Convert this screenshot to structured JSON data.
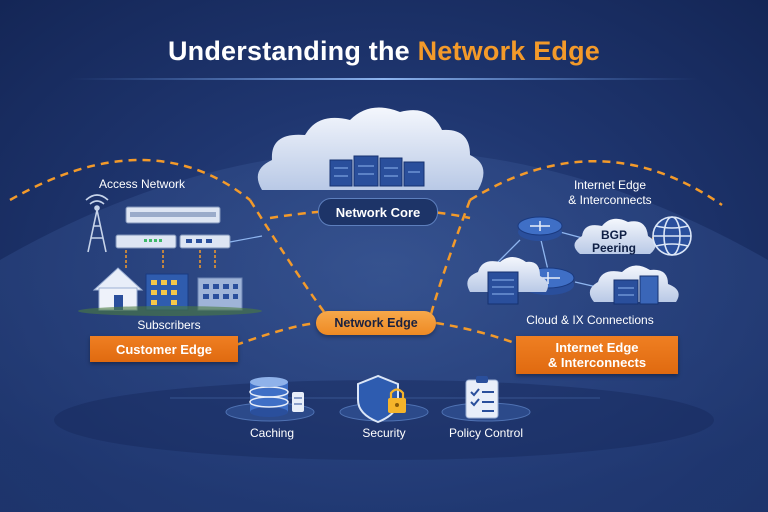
{
  "title": {
    "prefix": "Understanding the",
    "accent": "Network Edge"
  },
  "colors": {
    "background": "#1f3670",
    "accent": "#f39a2a",
    "pill": "#e9771a",
    "cloud": "#dfe9f8",
    "device": "#2a4f9c"
  },
  "left": {
    "access_network": "Access Network",
    "subscribers": "Subscribers",
    "customer_edge": "Customer Edge"
  },
  "center": {
    "network_core": "Network Core",
    "network_edge": "Network Edge"
  },
  "right": {
    "internet_edge_line1": "Internet Edge",
    "internet_edge_line2": "& Interconnects",
    "bgp_line1": "BGP",
    "bgp_line2": "Peering",
    "cloud_ix": "Cloud & IX Connections",
    "pill_line1": "Internet Edge",
    "pill_line2": "& Interconnects"
  },
  "bottom": {
    "caching": "Caching",
    "security": "Security",
    "policy": "Policy Control"
  },
  "icons": [
    "cell-tower-icon",
    "switch-icon",
    "house-icon",
    "office-building-icon",
    "server-rack-icon",
    "router-icon",
    "globe-icon",
    "database-icon",
    "shield-lock-icon",
    "clipboard-checklist-icon"
  ]
}
